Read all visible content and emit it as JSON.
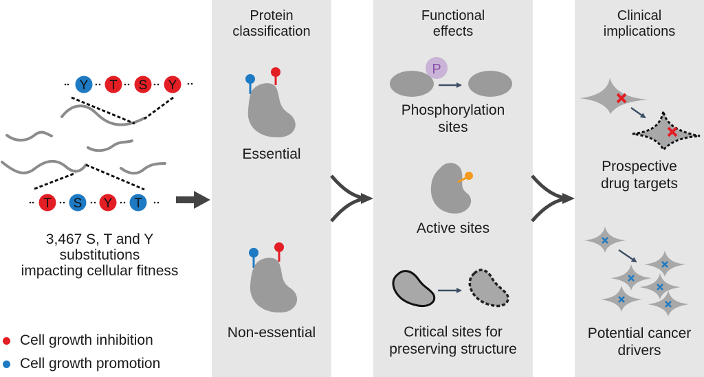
{
  "colors": {
    "inhibition": "#e31e24",
    "promotion": "#1d7ac3",
    "panel_bg": "#e6e6e6",
    "protein_gray": "#9b9b9b",
    "arrow_dark": "#444444",
    "phospho_purple": "#c9b3d6",
    "phospho_letter": "#8a4fa8",
    "active_orange": "#f39a1f",
    "small_arrow": "#3d4f66"
  },
  "intro": {
    "top_sequence": [
      {
        "letter": "Y",
        "effect": "promotion"
      },
      {
        "letter": "T",
        "effect": "inhibition"
      },
      {
        "letter": "S",
        "effect": "inhibition"
      },
      {
        "letter": "Y",
        "effect": "inhibition"
      }
    ],
    "bottom_sequence": [
      {
        "letter": "T",
        "effect": "inhibition"
      },
      {
        "letter": "S",
        "effect": "promotion"
      },
      {
        "letter": "Y",
        "effect": "inhibition"
      },
      {
        "letter": "T",
        "effect": "promotion"
      }
    ],
    "summary_lines": [
      "3,467 S, T and Y",
      "substitutions",
      "impacting cellular fitness"
    ]
  },
  "legend": [
    {
      "label": "Cell growth inhibition",
      "effect": "inhibition"
    },
    {
      "label": "Cell growth promotion",
      "effect": "promotion"
    }
  ],
  "panels": {
    "protein_classification": {
      "title_lines": [
        "Protein",
        "classification"
      ],
      "items": [
        {
          "label": "Essential"
        },
        {
          "label": "Non-essential"
        }
      ]
    },
    "functional_effects": {
      "title_lines": [
        "Functional",
        "effects"
      ],
      "phospho_symbol": "P",
      "items": [
        {
          "label_lines": [
            "Phosphorylation",
            "sites"
          ]
        },
        {
          "label_lines": [
            "Active sites"
          ]
        },
        {
          "label_lines": [
            "Critical sites for",
            "preserving structure"
          ]
        }
      ]
    },
    "clinical_implications": {
      "title_lines": [
        "Clinical",
        "implications"
      ],
      "items": [
        {
          "label_lines": [
            "Prospective",
            "drug targets"
          ]
        },
        {
          "label_lines": [
            "Potential cancer",
            "drivers"
          ]
        }
      ]
    }
  }
}
